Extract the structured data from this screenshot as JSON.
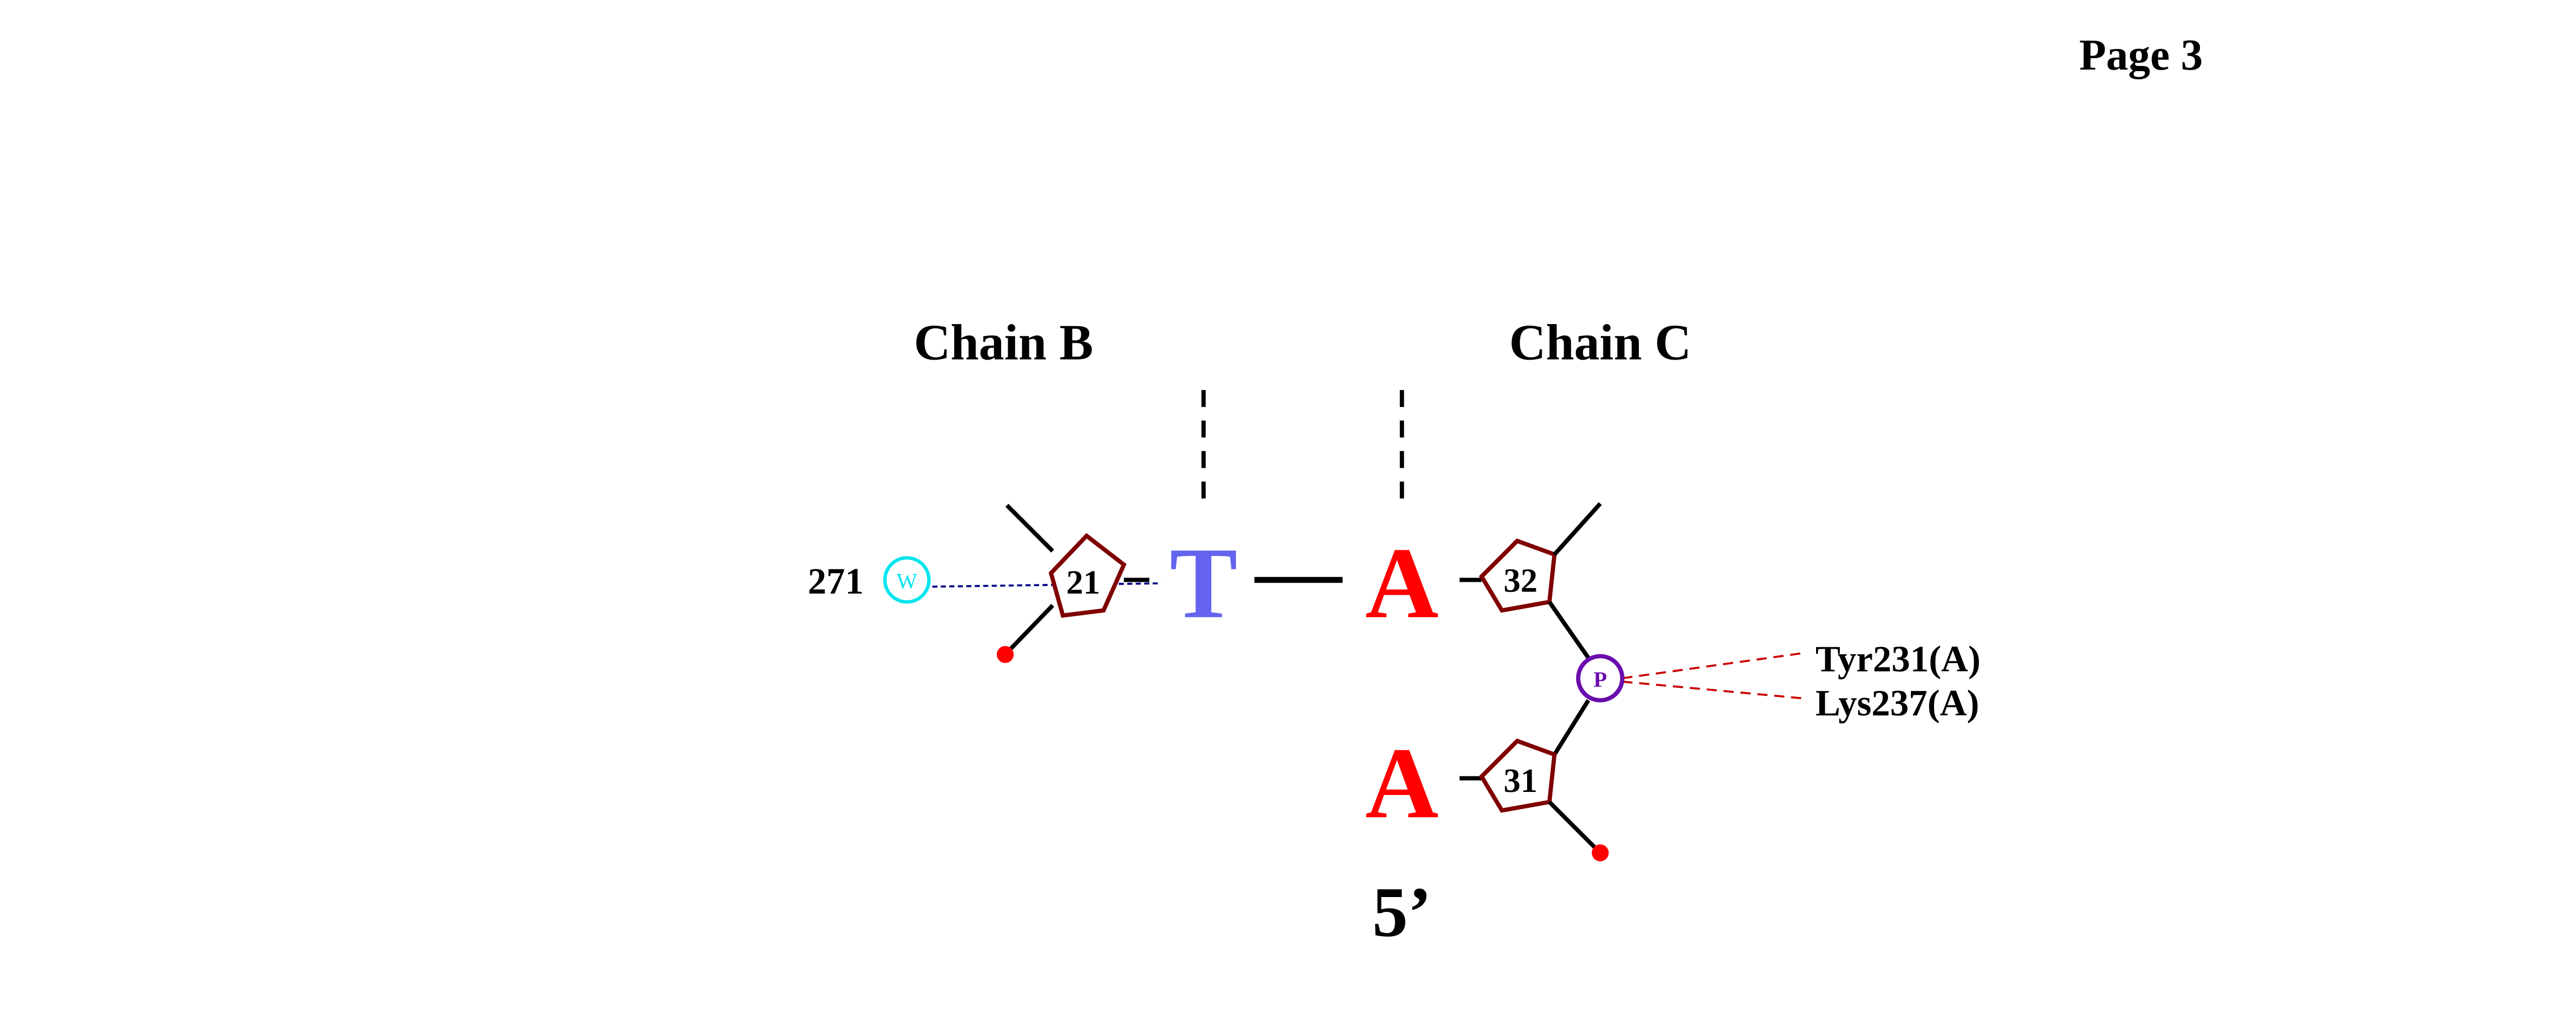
{
  "page_label": "Page 3",
  "chain_labels": {
    "left": "Chain B",
    "right": "Chain C"
  },
  "bases": {
    "chain_b_21": "T",
    "chain_c_32": "A",
    "chain_c_31": "A"
  },
  "residues": {
    "chain_b_21": "21",
    "chain_c_32": "32",
    "chain_c_31": "31"
  },
  "water": {
    "number": "271",
    "symbol": "W"
  },
  "phosphate": {
    "symbol": "P"
  },
  "protein_contacts": [
    "Tyr231(A)",
    "Lys237(A)"
  ],
  "strand_end_label": "5’",
  "colors": {
    "base_T": "#6464f0",
    "base_A": "#ff0000",
    "sugar": "#800000",
    "water": "#00e5ee",
    "phosphate": "#6a0dad",
    "water_bond": "#00008b",
    "hbond": "#cc0000",
    "terminal_dot": "#ff0000",
    "text": "#000000"
  }
}
